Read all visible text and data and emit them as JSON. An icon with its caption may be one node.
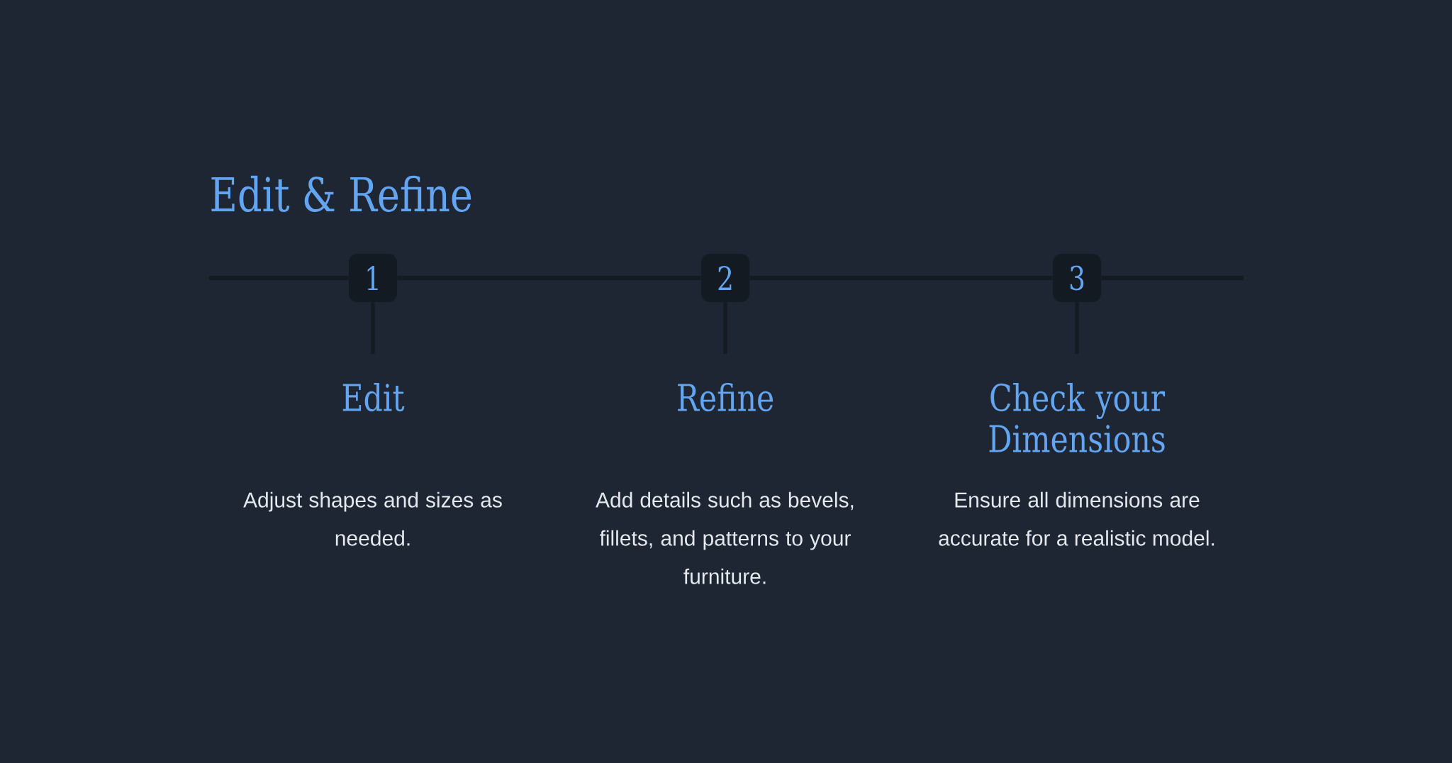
{
  "diagram": {
    "title": "Edit & Refine",
    "nodes": [
      {
        "text": [
          "1"
        ]
      },
      {
        "text": [
          "2"
        ]
      },
      {
        "text": [
          "3"
        ]
      },
      {
        "text": [
          "Edit",
          "Adjust shapes and sizes as needed."
        ]
      },
      {
        "text": [
          "Refine",
          "Add details such as bevels, fillets, and patterns to your furniture."
        ]
      },
      {
        "text": [
          "Check your Dimensions",
          "Ensure all dimensions are accurate for a realistic model."
        ]
      }
    ],
    "edges": [
      {
        "from": null,
        "to": 0,
        "arrow": "none"
      },
      {
        "from": 0,
        "to": 1,
        "arrow": "none"
      },
      {
        "from": 1,
        "to": 2,
        "arrow": "none"
      },
      {
        "from": 2,
        "to": null,
        "arrow": "none"
      },
      {
        "from": 0,
        "to": 3,
        "arrow": "none"
      },
      {
        "from": 1,
        "to": 4,
        "arrow": "none"
      },
      {
        "from": 2,
        "to": 5,
        "arrow": "none"
      }
    ]
  }
}
